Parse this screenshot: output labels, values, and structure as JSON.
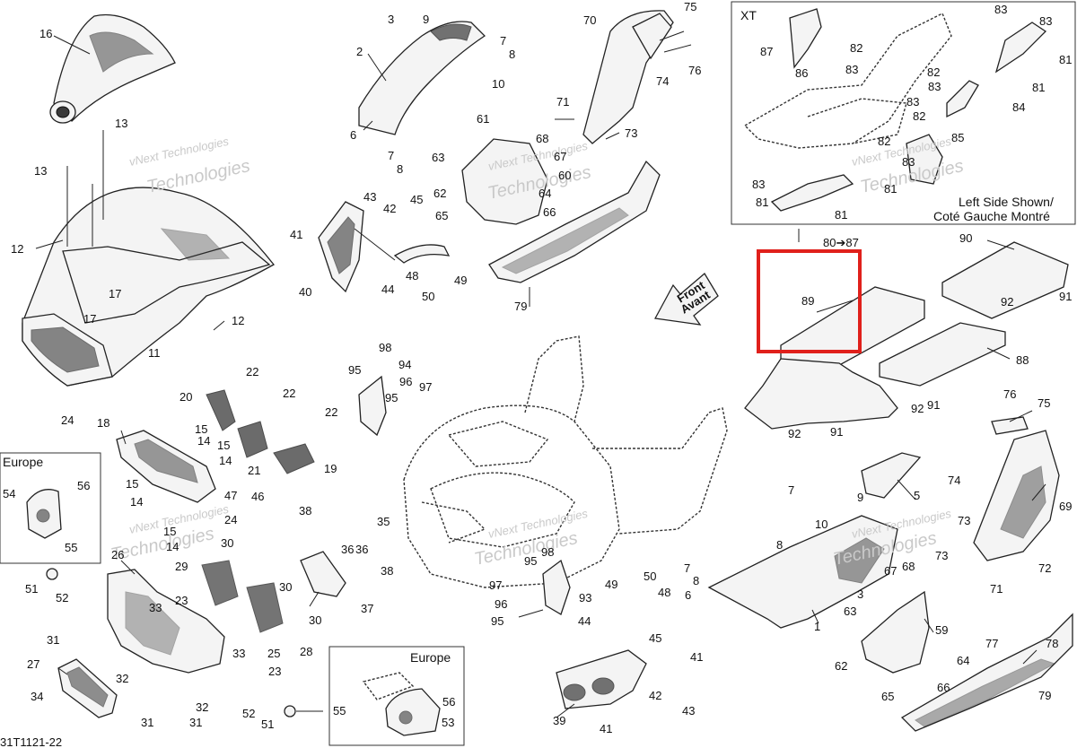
{
  "regions": {
    "xt": {
      "title": "XT",
      "note_line1": "Left Side Shown/",
      "note_line2": "Coté Gauche Montré",
      "ref": "80➔87"
    },
    "europe_left": {
      "title": "Europe"
    },
    "europe_bottom": {
      "title": "Europe"
    }
  },
  "arrow": {
    "line1": "Front",
    "line2": "Avant"
  },
  "watermark": {
    "line1": "vNext Technologies",
    "line2": "Technologies"
  },
  "drawing_code": "31T1121-22",
  "highlight": {
    "part": "89",
    "color": "#e0201b"
  },
  "labels": {
    "l16": "16",
    "l13a": "13",
    "l13b": "13",
    "l12a": "12",
    "l12b": "12",
    "l11": "11",
    "l17a": "17",
    "l17b": "17",
    "l3": "3",
    "l9a": "9",
    "l2": "2",
    "l7a": "7",
    "l8a": "8",
    "l10a": "10",
    "l6a": "6",
    "l7b": "7",
    "l8b": "8",
    "l70": "70",
    "l75a": "75",
    "l76a": "76",
    "l74a": "74",
    "l71a": "71",
    "l73a": "73",
    "l61": "61",
    "l68a": "68",
    "l67a": "67",
    "l63a": "63",
    "l60": "60",
    "l64a": "64",
    "l62a": "62",
    "l65a": "65",
    "l66a": "66",
    "l79a": "79",
    "l43a": "43",
    "l42a": "42",
    "l41a": "41",
    "l45a": "45",
    "l40": "40",
    "l44a": "44",
    "l48a": "48",
    "l50a": "50",
    "l49a": "49",
    "l87a": "87",
    "l82a": "82",
    "l86": "86",
    "l83a": "83",
    "l82b": "82",
    "l83b": "83",
    "l85": "85",
    "l83c": "83",
    "l81a": "81",
    "l82c": "82",
    "l83d": "83",
    "l82d": "82",
    "l81b": "81",
    "l81c": "81",
    "l84": "84",
    "l83e": "83",
    "l83f": "83",
    "l83g": "83",
    "l81d": "81",
    "l81e": "81",
    "l90": "90",
    "l89": "89",
    "l91a": "91",
    "l92a": "92",
    "l88": "88",
    "l91b": "91",
    "l92b": "92",
    "l91c": "91",
    "l92c": "92",
    "l98a": "98",
    "l94": "94",
    "l95a": "95",
    "l96a": "96",
    "l97a": "97",
    "l95b": "95",
    "l76b": "76",
    "l75b": "75",
    "l74b": "74",
    "l69": "69",
    "l73b": "73",
    "l73c": "73",
    "l72": "72",
    "l71b": "71",
    "l5": "5",
    "l7c": "7",
    "l9b": "9",
    "l10b": "10",
    "l8c": "8",
    "l7d": "7",
    "l6b": "6",
    "l8d": "8",
    "l67b": "67",
    "l68b": "68",
    "l3b": "3",
    "l63b": "63",
    "l59": "59",
    "l1": "1",
    "l62b": "62",
    "l64b": "64",
    "l65b": "65",
    "l66b": "66",
    "l77": "77",
    "l78": "78",
    "l79b": "79",
    "l22a": "22",
    "l20": "20",
    "l22b": "22",
    "l22c": "22",
    "l24a": "24",
    "l18": "18",
    "l15a": "15",
    "l14a": "14",
    "l15b": "15",
    "l14b": "14",
    "l21": "21",
    "l19": "19",
    "l47": "47",
    "l46": "46",
    "l15c": "15",
    "l14c": "14",
    "l24b": "24",
    "l15d": "15",
    "l14d": "14",
    "l56a": "56",
    "l54": "54",
    "l55a": "55",
    "l38a": "38",
    "l35": "35",
    "l36a": "36",
    "l36b": "36",
    "l38b": "38",
    "l37": "37",
    "l30a": "30",
    "l26": "26",
    "l29": "29",
    "l30b": "30",
    "l30c": "30",
    "l23a": "23",
    "l33a": "33",
    "l25": "25",
    "l28": "28",
    "l51a": "51",
    "l52a": "52",
    "l31a": "31",
    "l33b": "33",
    "l23b": "23",
    "l27": "27",
    "l32a": "32",
    "l34": "34",
    "l31b": "31",
    "l31c": "31",
    "l32b": "32",
    "l52b": "52",
    "l51b": "51",
    "l55b": "55",
    "l56b": "56",
    "l53": "53",
    "l98b": "98",
    "l95c": "95",
    "l97b": "97",
    "l96b": "96",
    "l95d": "95",
    "l93": "93",
    "l49b": "49",
    "l50b": "50",
    "l48b": "48",
    "l44b": "44",
    "l45b": "45",
    "l41b": "41",
    "l39": "39",
    "l42b": "42",
    "l43b": "43",
    "l41c": "41"
  }
}
